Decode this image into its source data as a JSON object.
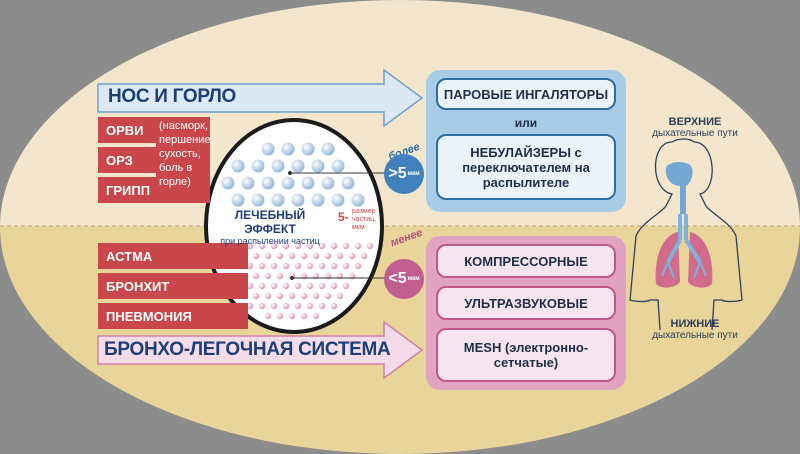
{
  "upper": {
    "banner": "НОС И ГОРЛО",
    "diseases": [
      "ОРВИ",
      "ОРЗ",
      "ГРИПП"
    ],
    "symptoms": "(насморк, першение, сухость, боль в горле)",
    "badge_prefix": "более",
    "badge_value": ">5",
    "badge_unit": "мкм",
    "device_1": "ПАРОВЫЕ ИНГАЛЯТОРЫ",
    "or_word": "или",
    "device_2": "НЕБУЛАЙЗЕРЫ с переключателем на распылителе",
    "airways_title": "ВЕРХНИЕ",
    "airways_sub": "дыхательные пути"
  },
  "lower": {
    "banner": "БРОНХО-ЛЕГОЧНАЯ СИСТЕМА",
    "diseases": [
      "АСТМА",
      "БРОНХИТ",
      "ПНЕВМОНИЯ"
    ],
    "badge_prefix": "менее",
    "badge_value": "<5",
    "badge_unit": "мкм",
    "device_1": "КОМПРЕССОРНЫЕ",
    "device_2": "УЛЬТРАЗВУКОВЫЕ",
    "device_3": "MESH (электронно-сетчатые)",
    "airways_title": "НИЖНИЕ",
    "airways_sub": "дыхательные пути"
  },
  "center": {
    "effect_title": "ЛЕЧЕБНЫЙ ЭФФЕКТ",
    "effect_sub": "при распылении частиц",
    "size_num": "5-",
    "size_note": "размер частиц, мкм"
  },
  "colors": {
    "upper_bg": "#f3e6cc",
    "lower_bg": "#e9d49a",
    "red": "#c9474b",
    "blue_panel": "#a9cce6",
    "pink_panel": "#e1a3c2",
    "navy": "#1d3f74"
  }
}
